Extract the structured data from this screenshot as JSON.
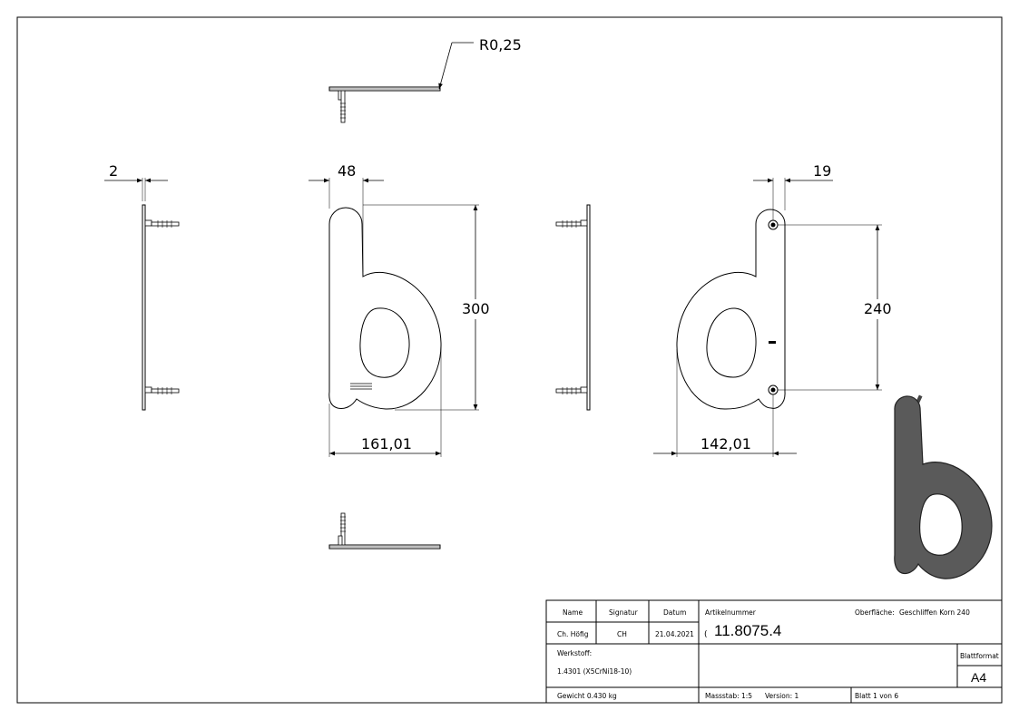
{
  "dimensions": {
    "radius": "R0,25",
    "thickness": "2",
    "left_offset": "48",
    "height_b": "300",
    "width_b": "161,01",
    "right_offset": "19",
    "hole_spacing": "240",
    "width_d": "142,01"
  },
  "title_block": {
    "name_header": "Name",
    "signature_header": "Signatur",
    "date_header": "Datum",
    "name_value": "Ch. Höfig",
    "signature_value": "CH",
    "date_value": "21.04.2021",
    "article_label": "Artikelnummer",
    "article_number": "11.8075.4",
    "article_prefix": "(",
    "surface_label": "Oberfläche:",
    "surface_value": "Geschliffen Korn 240",
    "material_label": "Werkstoff:",
    "material_value": "1.4301 (X5CrNi18-10)",
    "weight": "Gewicht 0.430 kg",
    "scale": "Massstab: 1:5",
    "version": "Version: 1",
    "sheet": "Blatt 1 von 6",
    "format_label": "Blattformat",
    "format_value": "A4"
  }
}
